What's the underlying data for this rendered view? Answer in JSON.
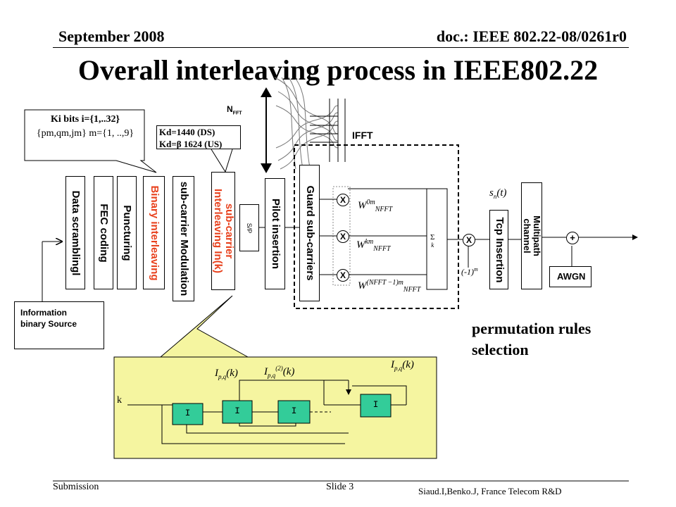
{
  "header": {
    "date": "September 2008",
    "doc": "doc.: IEEE 802.22-08/0261r0"
  },
  "title": "Overall interleaving process in IEEE802.22",
  "callout_ki": {
    "line1": "Ki bits i={1,..32}",
    "line2": "{pm,qm,jm} m={1, ..,9}"
  },
  "callout_kd": {
    "line1": "Kd=1440 (DS)",
    "line2_prefix": "Kd=",
    "line2_beta": "β",
    "line2_suffix": " 1624 (US)"
  },
  "nfft_label": "N",
  "nfft_sub": "FFT",
  "ifft_label": "IFFT",
  "blocks": {
    "data_scrambling": "Data scramblingl",
    "fec_coding": "FEC coding",
    "puncturing": "Puncturing",
    "binary_interleaving": "Binary interleaving",
    "subcarrier_modulation": "sub-carrier Modulation",
    "subcarrier_interleaving_1": "sub-carrier",
    "subcarrier_interleaving_2": "Interleaving In(k)",
    "sp": "S/P",
    "pilot_insertion": "Pilot insertion",
    "guard_subcarriers": "Guard sub-carriers",
    "tcp_insertion": "Tcp Insertion",
    "multipath_1": "Multipath",
    "multipath_2": "channel",
    "awgn": "AWGN",
    "info_source_1": "Information",
    "info_source_2": "binary Source"
  },
  "symbols": {
    "multiply": "X",
    "plus": "+",
    "sigma": "Σ",
    "sigma_sub": "k",
    "sn_t": "s",
    "sn_sub": "n",
    "sn_arg": "(t)",
    "minus_one": "(-1)",
    "minus_one_sup": "m",
    "w_0m_base": "W",
    "w_0m_sup": "0m",
    "w_0m_sub": "NFFT",
    "w_km_base": "W",
    "w_km_sup": "km",
    "w_km_sub": "NFFT",
    "w_last_base": "W",
    "w_last_sup": "(NFFT −1)m",
    "w_last_sub": "NFFT"
  },
  "permutation": {
    "line1": "permutation rules",
    "line2": "selection"
  },
  "inset": {
    "k_label": "k",
    "i_label": "I",
    "ipq_1_base": "I",
    "ipq_1_sub": "p,q",
    "ipq_1_arg": "(k)",
    "ipq_2_base": "I",
    "ipq_2_sub": "p,q",
    "ipq_2_sup": "(2)",
    "ipq_2_arg": "(k)",
    "ipq_n_base": "I",
    "ipq_n_sub": "p,q",
    "ipq_n_arg": "(k)",
    "background": "#f5f5a0",
    "box_color": "#33cc99"
  },
  "footer": {
    "submission": "Submission",
    "slide": "Slide 3",
    "author": "Siaud.I,Benko.J, France Telecom R&D"
  }
}
